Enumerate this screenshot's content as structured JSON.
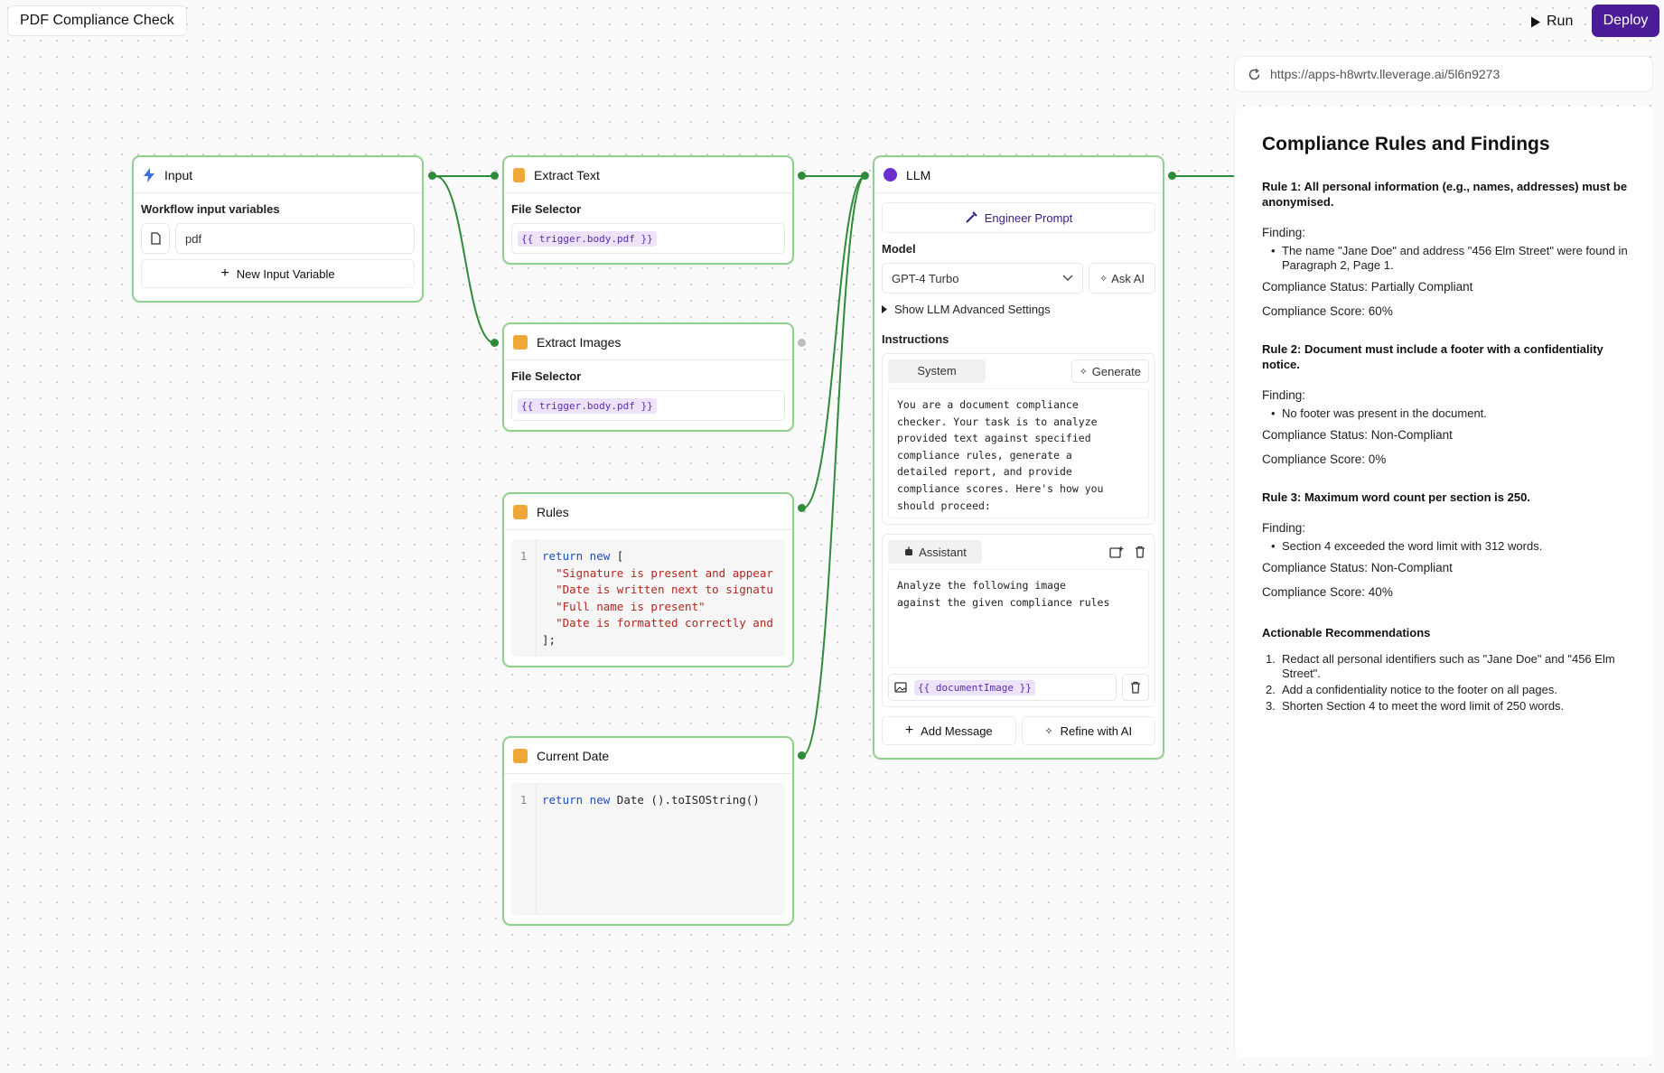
{
  "app": {
    "title": "PDF Compliance Check"
  },
  "toolbar": {
    "run_label": "Run",
    "deploy_label": "Deploy"
  },
  "nodes": {
    "input": {
      "title": "Input",
      "subtitle": "Workflow input variables",
      "variable": "pdf",
      "add_label": "New Input Variable"
    },
    "extract_text": {
      "title": "Extract Text",
      "field_label": "File Selector",
      "value": "{{ trigger.body.pdf }}"
    },
    "extract_images": {
      "title": "Extract Images",
      "field_label": "File Selector",
      "value": "{{ trigger.body.pdf }}"
    },
    "rules": {
      "title": "Rules",
      "line_number": "1",
      "code": {
        "kw": "return new",
        "open": " [",
        "strings": [
          "\"Signature is present and appear",
          "\"Date is written next to signatu",
          "\"Full name is present\"",
          "\"Date is formatted correctly and"
        ],
        "close": "];"
      }
    },
    "current_date": {
      "title": "Current Date",
      "line_number": "1",
      "code_kw": "return new",
      "code_rest": " Date ().toISOString()"
    },
    "llm": {
      "title": "LLM",
      "engineer_label": "Engineer Prompt",
      "model_label": "Model",
      "model_value": "GPT-4 Turbo",
      "ask_ai_label": "Ask AI",
      "advanced_label": "Show LLM Advanced Settings",
      "instructions_label": "Instructions",
      "system_tab": "System",
      "generate_label": "Generate",
      "system_text": "You are a document compliance\nchecker. Your task is to analyze\nprovided text against specified\ncompliance rules, generate a\ndetailed report, and provide\ncompliance scores. Here's how you\nshould proceed:",
      "assistant_tab": "Assistant",
      "assistant_text": "Analyze the following image\nagainst the given compliance rules",
      "image_var": "{{ documentImage }}",
      "add_message_label": "Add Message",
      "refine_label": "Refine with AI"
    }
  },
  "preview": {
    "url": "https://apps-h8wrtv.lleverage.ai/5l6n9273",
    "heading": "Compliance Rules and Findings",
    "rules": [
      {
        "title": "Rule 1: All personal information (e.g., names, addresses) must be anonymised.",
        "finding_label": "Finding:",
        "finding": "The name \"Jane Doe\" and address \"456 Elm Street\" were found in Paragraph 2, Page 1.",
        "status": "Compliance Status: Partially Compliant",
        "score": "Compliance Score: 60%"
      },
      {
        "title": "Rule 2: Document must include a footer with a confidentiality notice.",
        "finding_label": "Finding:",
        "finding": "No footer was present in the document.",
        "status": "Compliance Status: Non-Compliant",
        "score": "Compliance Score: 0%"
      },
      {
        "title": "Rule 3: Maximum word count per section is 250.",
        "finding_label": "Finding:",
        "finding": "Section 4 exceeded the word limit with 312 words.",
        "status": "Compliance Status: Non-Compliant",
        "score": "Compliance Score: 40%"
      }
    ],
    "recommendations_title": "Actionable Recommendations",
    "recommendations": [
      "Redact all personal identifiers such as \"Jane Doe\" and \"456 Elm Street\".",
      "Add a confidentiality notice to the footer on all pages.",
      "Shorten Section 4 to meet the word limit of 250 words."
    ]
  },
  "colors": {
    "accent": "#4a1d96",
    "node_border": "#8fd08c",
    "wire": "#2e8b3a"
  }
}
